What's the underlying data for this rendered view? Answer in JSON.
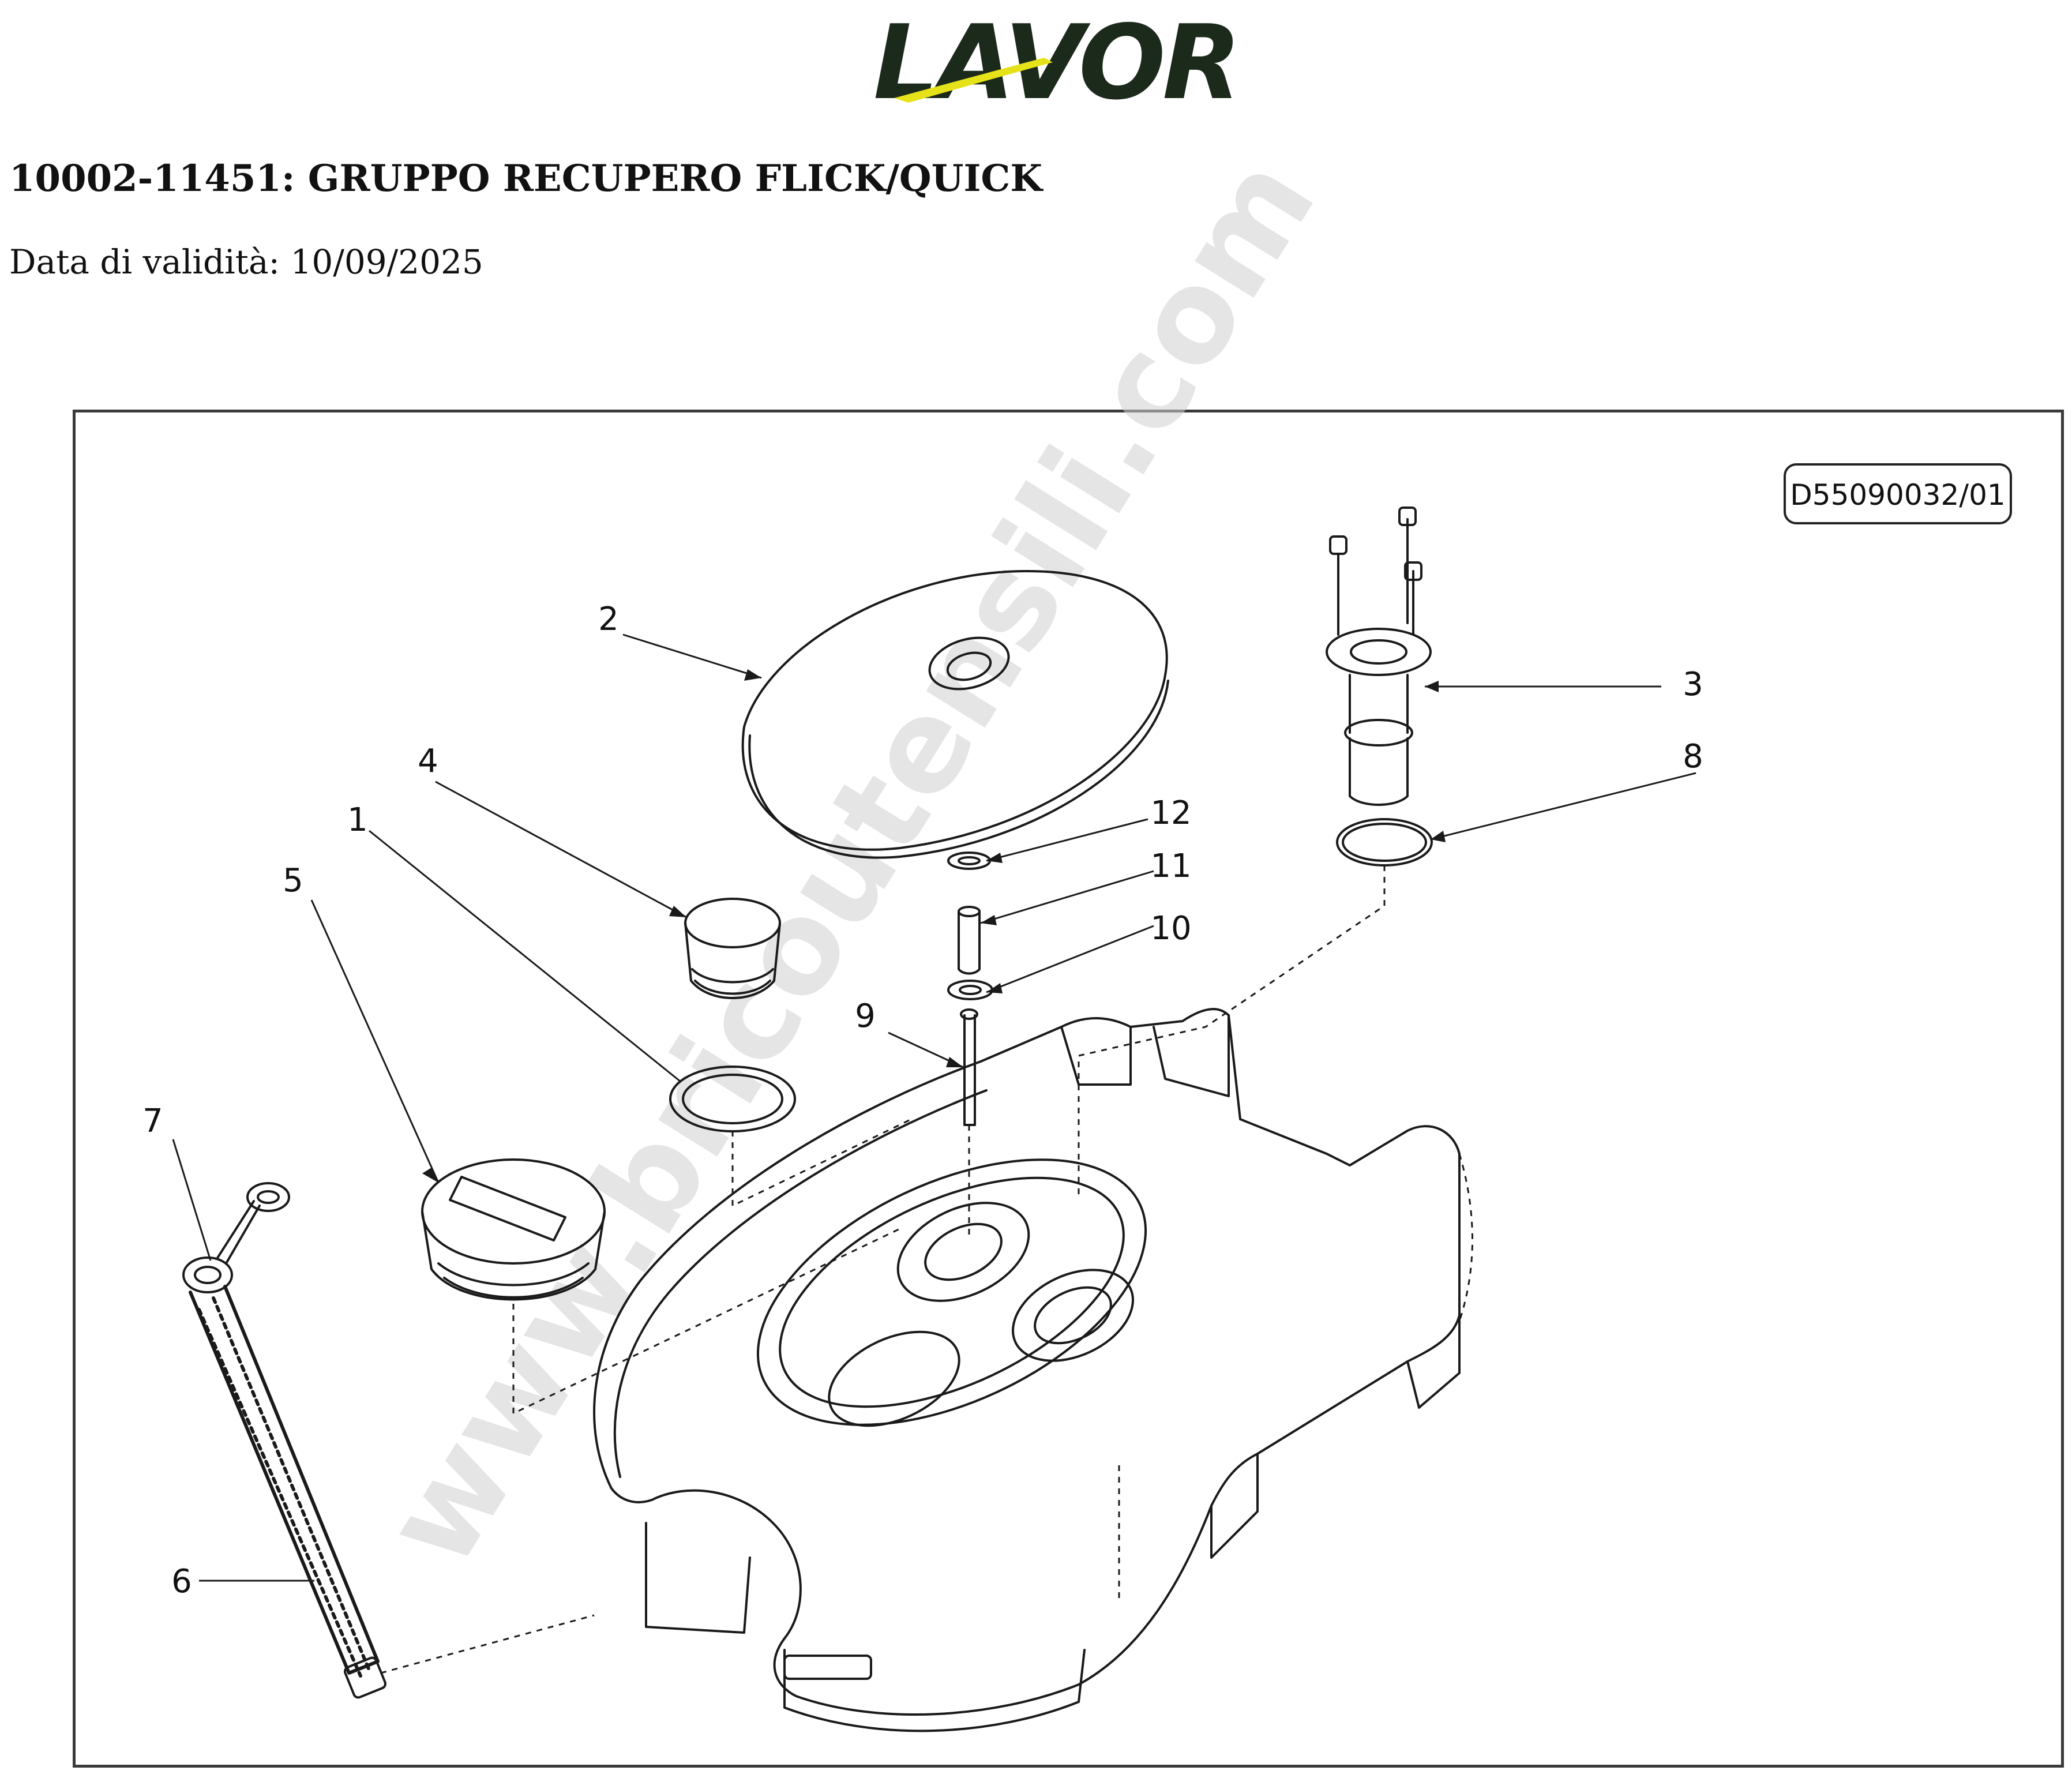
{
  "header": {
    "brand": "LAVOR",
    "title": "10002-11451: GRUPPO RECUPERO FLICK/QUICK",
    "validity_label": "Data di validità:",
    "validity_date": "10/09/2025"
  },
  "drawing": {
    "drawing_code": "D55090032/01",
    "watermark": "www.bricoutensili.com",
    "callouts": [
      "1",
      "2",
      "3",
      "4",
      "5",
      "6",
      "7",
      "8",
      "9",
      "10",
      "11",
      "12"
    ]
  },
  "colors": {
    "brand_dark": "#1b2a1b",
    "brand_accent": "#e6e21a",
    "line": "#1a1a1a",
    "watermark": "#cfcfcf"
  }
}
